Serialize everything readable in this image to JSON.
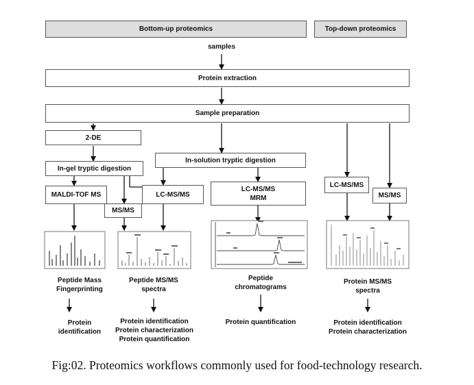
{
  "headers": {
    "bottom_up": "Bottom-up proteomics",
    "top_down": "Top-down proteomics"
  },
  "flow": {
    "samples": "samples",
    "protein_extraction": "Protein extraction",
    "sample_preparation": "Sample preparation",
    "two_de": "2-DE",
    "in_gel": "In-gel tryptic digestion",
    "in_solution": "In-solution tryptic digestion",
    "maldi": "MALDI-TOF MS",
    "msms_gel": "MS/MS",
    "lcmsms_solution": "LC-MS/MS",
    "lcmsms_mrm_1": "LC-MS/MS",
    "lcmsms_mrm_2": "MRM",
    "lcmsms_topdown": "LC-MS/MS",
    "msms_topdown": "MS/MS"
  },
  "outputs": {
    "pmf_1": "Peptide Mass",
    "pmf_2": "Fingerprinting",
    "pep_msms_1": "Peptide MS/MS",
    "pep_msms_2": "spectra",
    "chrom_1": "Peptide",
    "chrom_2": "chromatograms",
    "prot_msms_1": "Protein MS/MS",
    "prot_msms_2": "spectra"
  },
  "results": {
    "pmf_1": "Protein",
    "pmf_2": "identification",
    "pep_1": "Protein identification",
    "pep_2": "Protein characterization",
    "pep_3": "Protein quantification",
    "chrom": "Protein quantification",
    "td_1": "Protein identification",
    "td_2": "Protein characterization"
  },
  "caption": "Fig:02. Proteomics workflows commonly used for food-technology research."
}
